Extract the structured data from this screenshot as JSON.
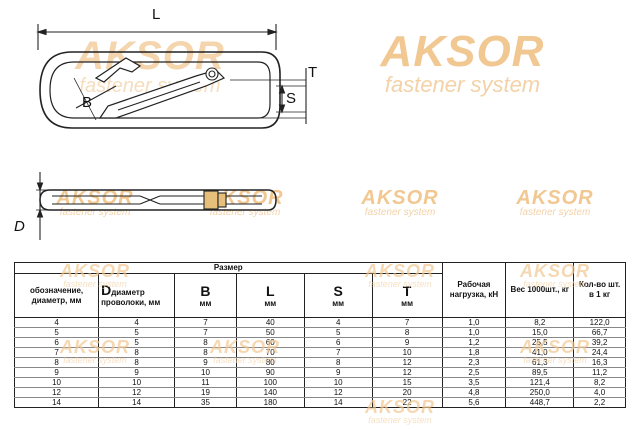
{
  "drawing": {
    "labels": {
      "L": "L",
      "B": "B",
      "S": "S",
      "T": "T",
      "D": "D"
    }
  },
  "watermark": {
    "brand": "AKSOR",
    "tagline": "fastener system"
  },
  "table": {
    "group_header": "Размер",
    "headers": {
      "designation": "обозначение, диаметр, мм",
      "d_letter": "D",
      "d_text": "диаметр проволоки, мм",
      "b_letter": "B",
      "b_unit": "мм",
      "l_letter": "L",
      "l_unit": "мм",
      "s_letter": "S",
      "s_unit": "мм",
      "t_letter": "T",
      "t_unit": "мм",
      "load": "Рабочая нагрузка, кН",
      "weight": "Вес 1000шт., кг",
      "qty": "Кол-во шт. в 1 кг"
    },
    "rows": [
      [
        "4",
        "4",
        "7",
        "40",
        "4",
        "7",
        "1,0",
        "8,2",
        "122,0"
      ],
      [
        "5",
        "5",
        "7",
        "50",
        "5",
        "8",
        "1,0",
        "15,0",
        "66,7"
      ],
      [
        "6",
        "5",
        "8",
        "60",
        "6",
        "9",
        "1,2",
        "25,5",
        "39,2"
      ],
      [
        "7",
        "8",
        "8",
        "70",
        "7",
        "10",
        "1,8",
        "41,0",
        "24,4"
      ],
      [
        "8",
        "8",
        "9",
        "80",
        "8",
        "12",
        "2,3",
        "61,3",
        "16,3"
      ],
      [
        "9",
        "9",
        "10",
        "90",
        "9",
        "12",
        "2,5",
        "89,5",
        "11,2"
      ],
      [
        "10",
        "10",
        "11",
        "100",
        "10",
        "15",
        "3,5",
        "121,4",
        "8,2"
      ],
      [
        "12",
        "12",
        "19",
        "140",
        "12",
        "20",
        "4,8",
        "250,0",
        "4,0"
      ],
      [
        "14",
        "14",
        "35",
        "180",
        "14",
        "22",
        "5,6",
        "448,7",
        "2,2"
      ]
    ]
  }
}
